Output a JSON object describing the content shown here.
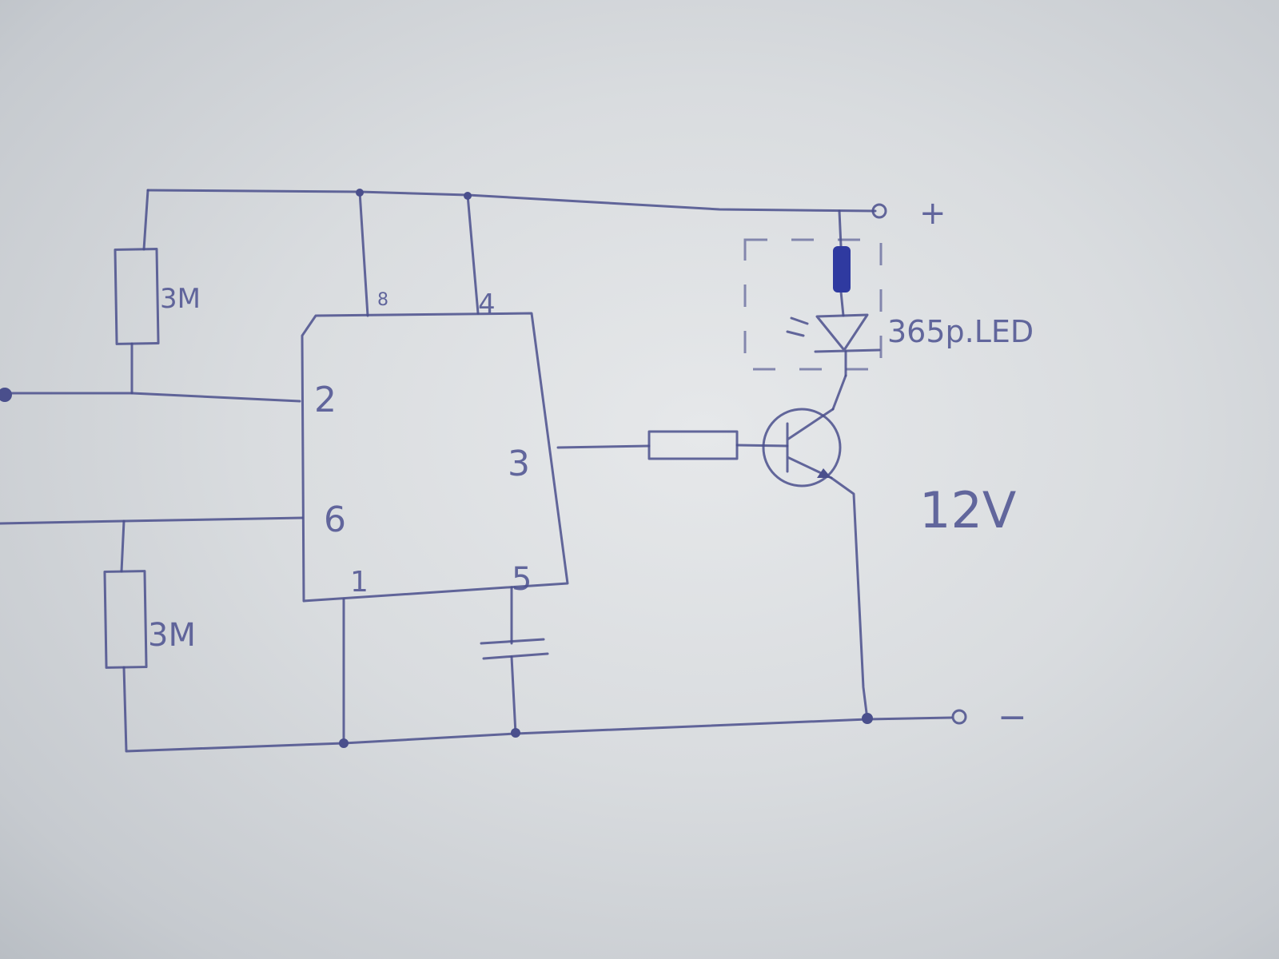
{
  "diagram": {
    "title": "555 timer LED flasher",
    "ic_pins": {
      "pin8": "8",
      "pin4": "4",
      "pin2": "2",
      "pin6": "6",
      "pin3": "3",
      "pin1": "1",
      "pin5": "5"
    },
    "resistor_top_label": "3M",
    "resistor_bottom_label": "3M",
    "led_label": "365p.LED",
    "supply_voltage": "12V",
    "terminal_plus": "+",
    "terminal_minus": "−",
    "ink_color": "#4a4f8c"
  }
}
